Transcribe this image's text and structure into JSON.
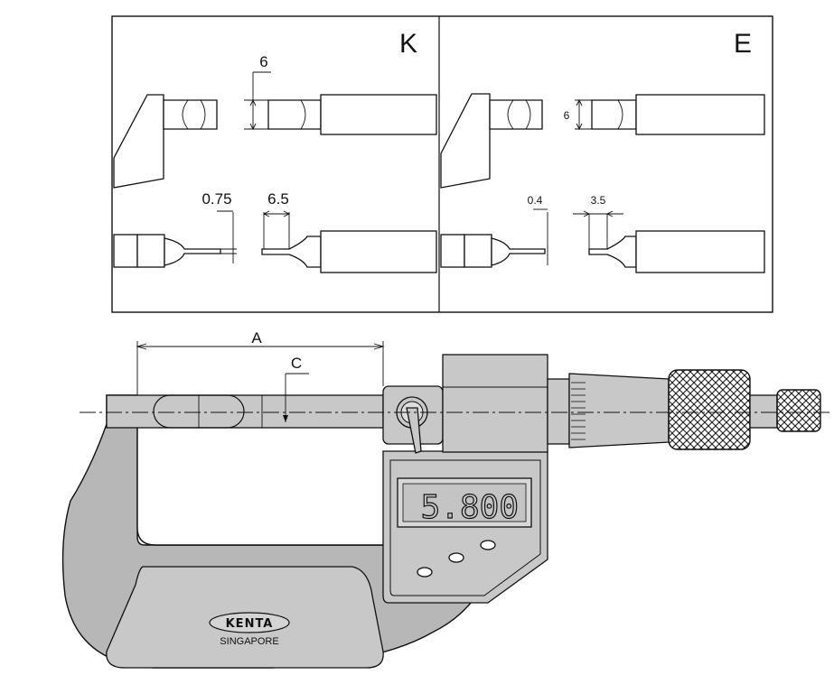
{
  "panels": [
    {
      "letter": "K",
      "dim_height": "6",
      "dim_tip": "0.75",
      "dim_width": "6.5"
    },
    {
      "letter": "E",
      "dim_height": "6",
      "dim_tip": "0.4",
      "dim_width": "3.5"
    }
  ],
  "micrometer": {
    "dim_a": "A",
    "dim_c": "C",
    "display_value": "5.800",
    "brand": "KENTA",
    "brand_location": "SINGAPORE"
  }
}
